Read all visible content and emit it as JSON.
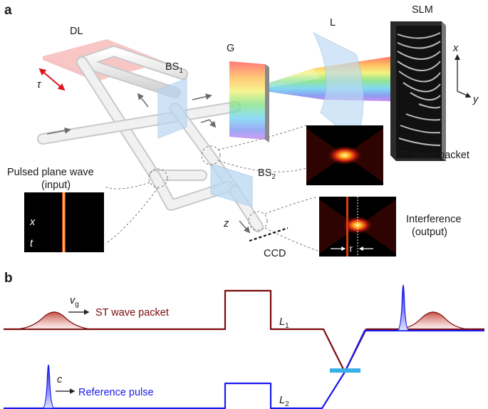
{
  "panel_a": {
    "label": "a",
    "dl": "DL",
    "tau": "τ",
    "bs1": "BS",
    "bs1_sub": "1",
    "bs2": "BS",
    "bs2_sub": "2",
    "g": "G",
    "l": "L",
    "slm": "SLM",
    "axis_x": "x",
    "axis_y": "y",
    "axis_z": "z",
    "ccd": "CCD",
    "input_title_1": "Pulsed plane wave",
    "input_title_2": "(input)",
    "input_x": "x",
    "input_t": "t",
    "st_label": "ST wave packet",
    "interf_1": "Interference",
    "interf_2": "(output)",
    "interf_tau": "τ"
  },
  "panel_b": {
    "label": "b",
    "vg": "v",
    "vg_sub": "g",
    "st_label": "ST wave packet",
    "l1": "L",
    "l1_sub": "1",
    "c": "c",
    "ref_label": "Reference pulse",
    "l2": "L",
    "l2_sub": "2"
  },
  "colors": {
    "st_path": "#7a0a0a",
    "ref_path": "#1a1aee",
    "crossing": "#3ab0e8"
  }
}
